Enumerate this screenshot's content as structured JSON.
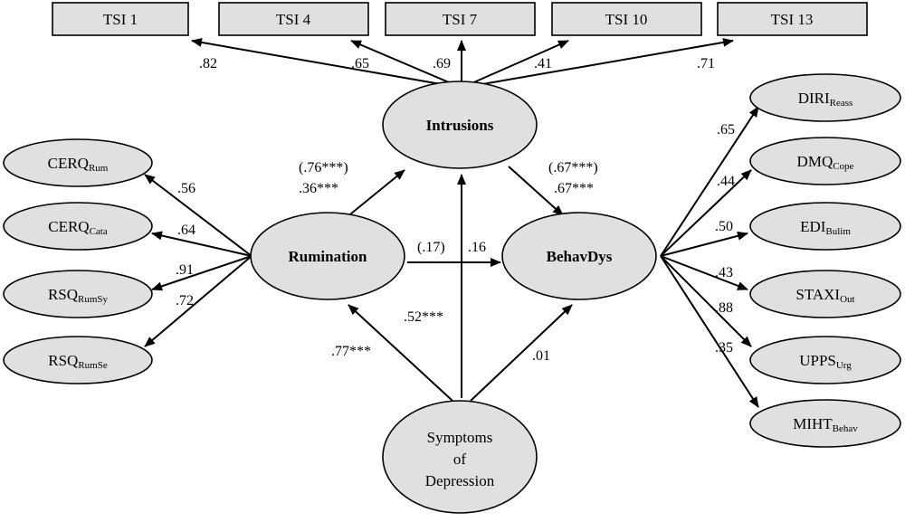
{
  "indicators_top": [
    {
      "id": "tsi1",
      "label": "TSI 1"
    },
    {
      "id": "tsi4",
      "label": "TSI 4"
    },
    {
      "id": "tsi7",
      "label": "TSI 7"
    },
    {
      "id": "tsi10",
      "label": "TSI 10"
    },
    {
      "id": "tsi13",
      "label": "TSI 13"
    }
  ],
  "indicators_left": [
    {
      "id": "cerq-rum",
      "main": "CERQ",
      "sub": "Rum"
    },
    {
      "id": "cerq-cata",
      "main": "CERQ",
      "sub": "Cata"
    },
    {
      "id": "rsq-rumsy",
      "main": "RSQ",
      "sub": "RumSy"
    },
    {
      "id": "rsq-rumse",
      "main": "RSQ",
      "sub": "RumSe"
    }
  ],
  "indicators_right": [
    {
      "id": "diri-reass",
      "main": "DIRI",
      "sub": "Reass"
    },
    {
      "id": "dmq-cope",
      "main": "DMQ",
      "sub": "Cope"
    },
    {
      "id": "edi-bulim",
      "main": "EDI",
      "sub": "Bulim"
    },
    {
      "id": "staxi-out",
      "main": "STAXI",
      "sub": "Out"
    },
    {
      "id": "upps-urg",
      "main": "UPPS",
      "sub": "Urg"
    },
    {
      "id": "miht-behav",
      "main": "MIHT",
      "sub": "Behav"
    }
  ],
  "latents": {
    "intrusions": "Intrusions",
    "rumination": "Rumination",
    "behavdys": "BehavDys",
    "depression_line1": "Symptoms",
    "depression_line2": "of",
    "depression_line3": "Depression"
  },
  "loadings_intrusions": [
    ".82",
    ".65",
    ".69",
    ".41",
    ".71"
  ],
  "loadings_rumination": [
    ".56",
    ".64",
    ".91",
    ".72"
  ],
  "loadings_behavdys": [
    ".65",
    ".44",
    ".50",
    ".43",
    ".88",
    ".35"
  ],
  "paths": {
    "rum_intr_total": "(.76***)",
    "rum_intr_direct": ".36***",
    "intr_beh_total": "(.67***)",
    "intr_beh_direct": ".67***",
    "rum_beh_total": "(.17)",
    "rum_beh_direct": ".16",
    "dep_intr": ".52***",
    "dep_rum": ".77***",
    "dep_beh": ".01"
  }
}
